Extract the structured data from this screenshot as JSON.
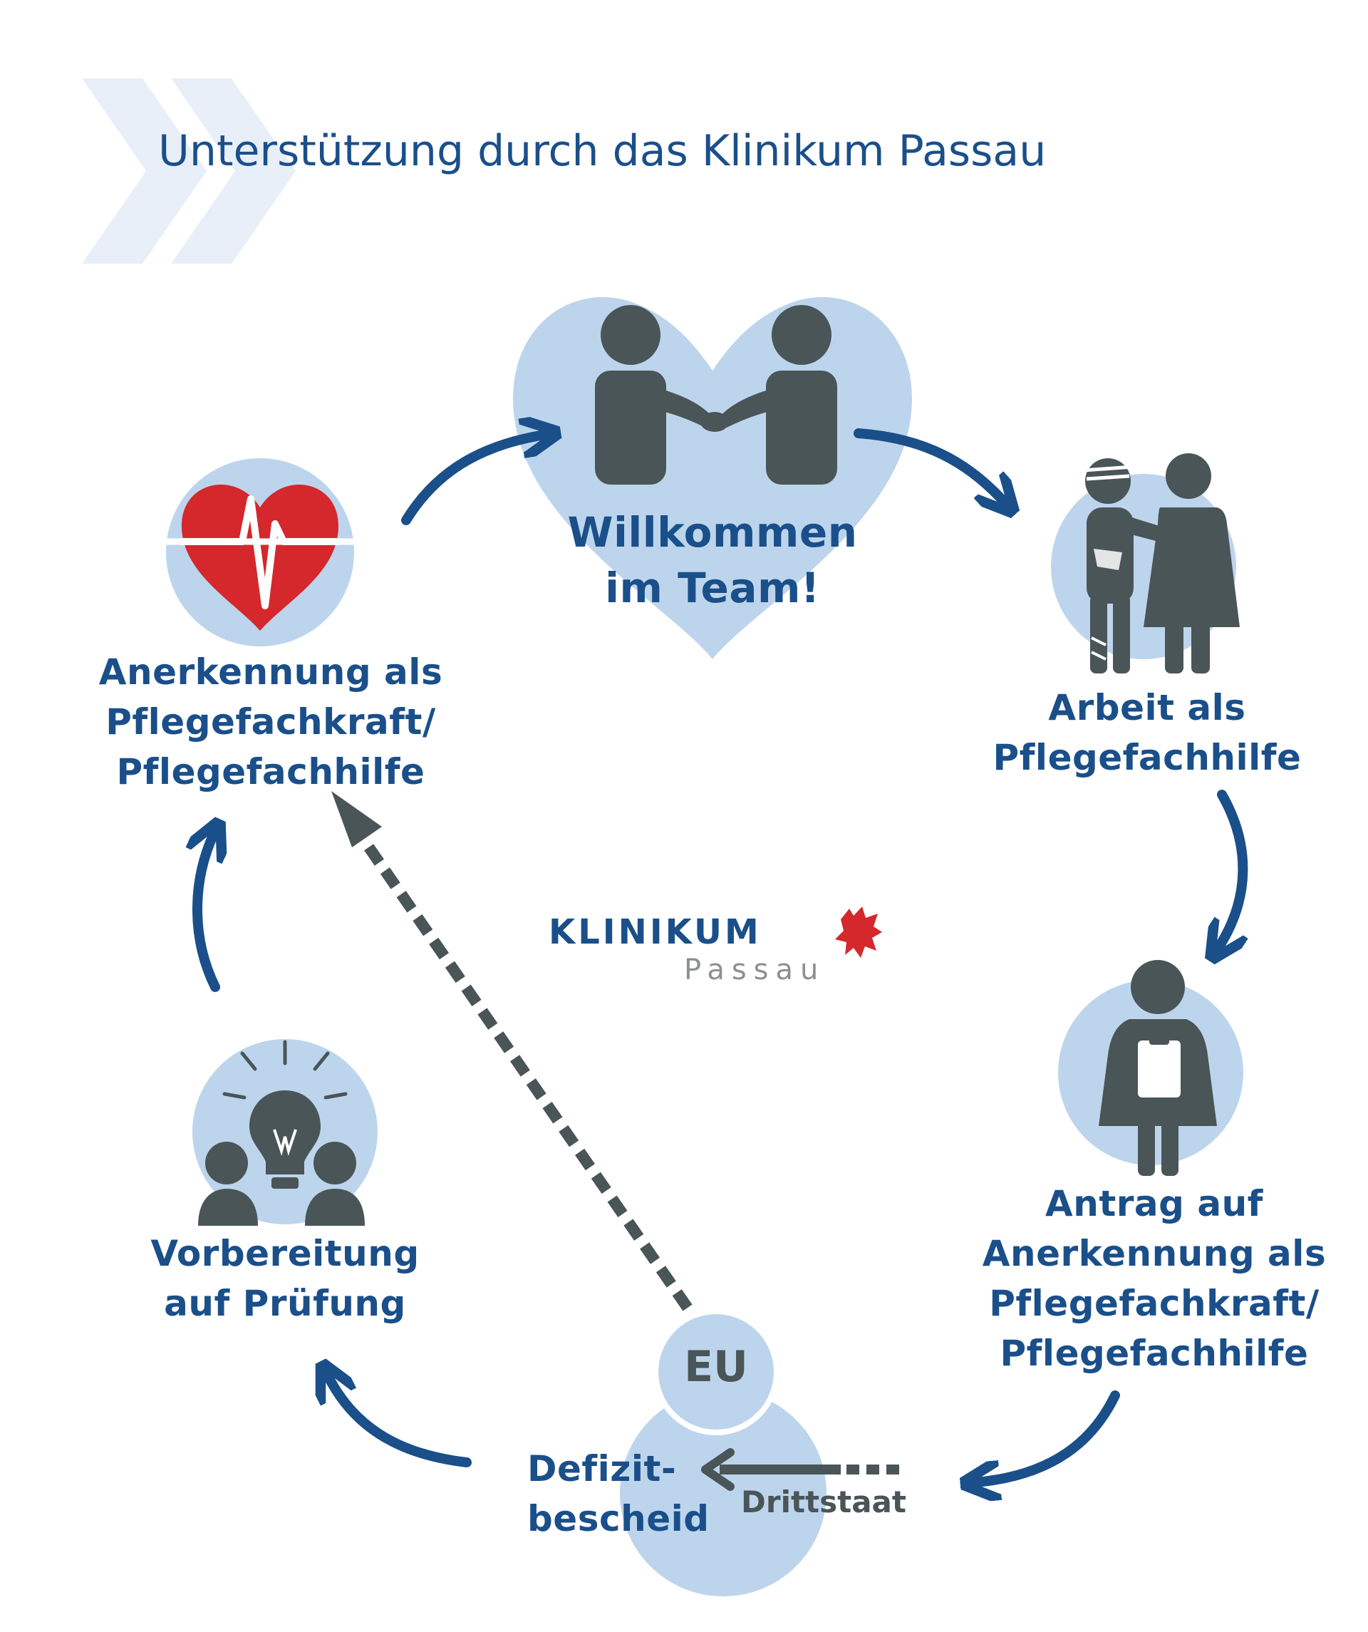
{
  "title": "Unterstützung durch das Klinikum Passau",
  "logo": {
    "name": "KLINIKUM",
    "city": "Passau"
  },
  "steps": {
    "welcome": [
      "Willkommen",
      "im Team!"
    ],
    "anerkennung": [
      "Anerkennung als",
      "Pflegefachkraft/",
      "Pflegefachhilfe"
    ],
    "arbeit": [
      "Arbeit als",
      "Pflegefachhilfe"
    ],
    "antrag": [
      "Antrag auf",
      "Anerkennung als",
      "Pflegefachkraft/",
      "Pflegefachhilfe"
    ],
    "defizit": [
      "Defizit-",
      "bescheid"
    ],
    "vorbereitung": [
      "Vorbereitung",
      "auf Prüfung"
    ]
  },
  "branches": {
    "eu": "EU",
    "drittstaat": "Drittstaat"
  },
  "colors": {
    "primary_blue": "#1a4f8a",
    "light_blue_fill": "#bdd5ec",
    "icon_gray": "#4a5558",
    "heart_red": "#d4282c",
    "chevron_tint": "#e8eff8"
  },
  "icons": [
    "chevron-double-icon",
    "handshake-icon",
    "heart-rate-icon",
    "patient-caregiver-icon",
    "nurse-clipboard-icon",
    "lightbulb-people-icon",
    "lion-crest-icon"
  ]
}
